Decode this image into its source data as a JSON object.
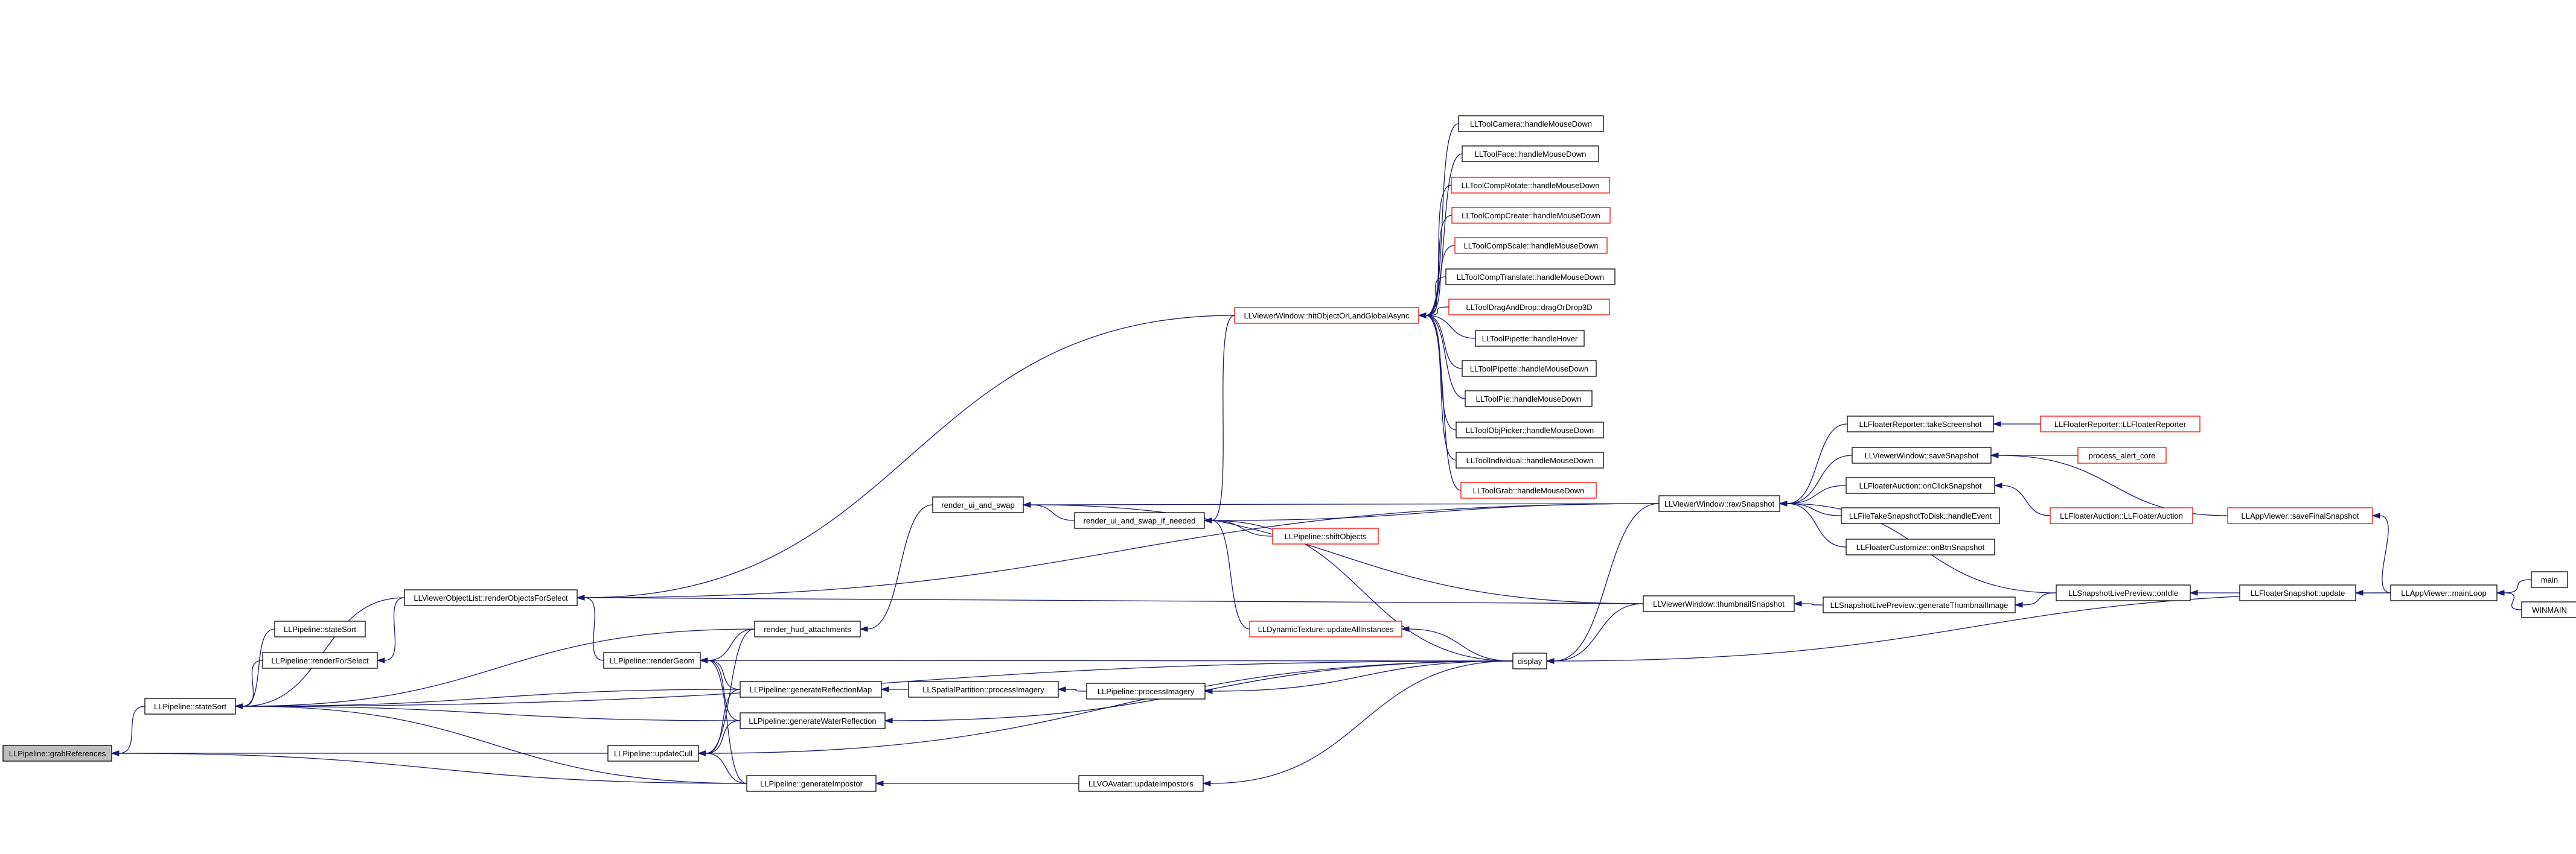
{
  "nodes": [
    {
      "id": "grabReferences",
      "label": "LLPipeline::grabReferences",
      "root": true
    },
    {
      "id": "stateSort",
      "label": "LLPipeline::stateSort"
    },
    {
      "id": "stateSort2",
      "label": "LLPipeline::stateSort"
    },
    {
      "id": "renderForSelect",
      "label": "LLPipeline::renderForSelect"
    },
    {
      "id": "renderObjectsForSelect",
      "label": "LLViewerObjectList::renderObjectsForSelect"
    },
    {
      "id": "renderGeom",
      "label": "LLPipeline::renderGeom"
    },
    {
      "id": "updateCull",
      "label": "LLPipeline::updateCull"
    },
    {
      "id": "renderHud",
      "label": "render_hud_attachments"
    },
    {
      "id": "genReflMap",
      "label": "LLPipeline::generateReflectionMap"
    },
    {
      "id": "genWaterRefl",
      "label": "LLPipeline::generateWaterReflection"
    },
    {
      "id": "genImpostor",
      "label": "LLPipeline::generateImpostor"
    },
    {
      "id": "renderUiSwap",
      "label": "render_ui_and_swap"
    },
    {
      "id": "renderUiSwapIf",
      "label": "render_ui_and_swap_if_needed"
    },
    {
      "id": "spatialProcImagery",
      "label": "LLSpatialPartition::processImagery"
    },
    {
      "id": "pipeProcImagery",
      "label": "LLPipeline::processImagery"
    },
    {
      "id": "voUpdateImpostors",
      "label": "LLVOAvatar::updateImpostors"
    },
    {
      "id": "shiftObjects",
      "label": "LLPipeline::shiftObjects",
      "red": true
    },
    {
      "id": "dynTexUpdate",
      "label": "LLDynamicTexture::updateAllInstances",
      "red": true
    },
    {
      "id": "hitObject",
      "label": "LLViewerWindow::hitObjectOrLandGlobalAsync",
      "red": true
    },
    {
      "id": "display",
      "label": "display"
    },
    {
      "id": "toolCamera",
      "label": "LLToolCamera::handleMouseDown"
    },
    {
      "id": "toolFace",
      "label": "LLToolFace::handleMouseDown"
    },
    {
      "id": "toolCompRotate",
      "label": "LLToolCompRotate::handleMouseDown",
      "red": true
    },
    {
      "id": "toolCompCreate",
      "label": "LLToolCompCreate::handleMouseDown",
      "red": true
    },
    {
      "id": "toolCompScale",
      "label": "LLToolCompScale::handleMouseDown",
      "red": true
    },
    {
      "id": "toolCompTranslate",
      "label": "LLToolCompTranslate::handleMouseDown"
    },
    {
      "id": "toolDragDrop",
      "label": "LLToolDragAndDrop::dragOrDrop3D",
      "red": true
    },
    {
      "id": "toolPipetteHover",
      "label": "LLToolPipette::handleHover"
    },
    {
      "id": "toolPipetteDown",
      "label": "LLToolPipette::handleMouseDown"
    },
    {
      "id": "toolPie",
      "label": "LLToolPie::handleMouseDown"
    },
    {
      "id": "toolObjPicker",
      "label": "LLToolObjPicker::handleMouseDown"
    },
    {
      "id": "toolIndividual",
      "label": "LLToolIndividual::handleMouseDown"
    },
    {
      "id": "toolGrab",
      "label": "LLToolGrab::handleMouseDown",
      "red": true
    },
    {
      "id": "rawSnapshot",
      "label": "LLViewerWindow::rawSnapshot"
    },
    {
      "id": "thumbnailSnapshot",
      "label": "LLViewerWindow::thumbnailSnapshot"
    },
    {
      "id": "genThumbnail",
      "label": "LLSnapshotLivePreview::generateThumbnailImage"
    },
    {
      "id": "takeScreenshot",
      "label": "LLFloaterReporter::takeScreenshot"
    },
    {
      "id": "saveSnapshot",
      "label": "LLViewerWindow::saveSnapshot"
    },
    {
      "id": "onClickSnapshot",
      "label": "LLFloaterAuction::onClickSnapshot"
    },
    {
      "id": "fileTakeSnapshot",
      "label": "LLFileTakeSnapshotToDisk::handleEvent"
    },
    {
      "id": "floaterCustomize",
      "label": "LLFloaterCustomize::onBtnSnapshot"
    },
    {
      "id": "floaterReporter",
      "label": "LLFloaterReporter::LLFloaterReporter",
      "red": true
    },
    {
      "id": "processAlert",
      "label": "process_alert_core",
      "red": true
    },
    {
      "id": "floaterAuction",
      "label": "LLFloaterAuction::LLFloaterAuction",
      "red": true
    },
    {
      "id": "saveFinalSnapshot",
      "label": "LLAppViewer::saveFinalSnapshot",
      "red": true
    },
    {
      "id": "onIdle",
      "label": "LLSnapshotLivePreview::onIdle"
    },
    {
      "id": "floaterSnapUpdate",
      "label": "LLFloaterSnapshot::update"
    },
    {
      "id": "mainLoop",
      "label": "LLAppViewer::mainLoop"
    },
    {
      "id": "main",
      "label": "main"
    },
    {
      "id": "winmain",
      "label": "WINMAIN"
    }
  ],
  "edges": [
    [
      "stateSort",
      "grabReferences"
    ],
    [
      "updateCull",
      "grabReferences"
    ],
    [
      "genImpostor",
      "grabReferences"
    ],
    [
      "renderHud",
      "stateSort"
    ],
    [
      "renderObjectsForSelect",
      "stateSort"
    ],
    [
      "genReflMap",
      "stateSort"
    ],
    [
      "genWaterRefl",
      "stateSort"
    ],
    [
      "display",
      "stateSort"
    ],
    [
      "stateSort2",
      "stateSort"
    ],
    [
      "renderForSelect",
      "stateSort"
    ],
    [
      "genImpostor",
      "stateSort"
    ],
    [
      "renderObjectsForSelect",
      "renderForSelect"
    ],
    [
      "hitObject",
      "renderObjectsForSelect"
    ],
    [
      "rawSnapshot",
      "renderObjectsForSelect"
    ],
    [
      "thumbnailSnapshot",
      "renderObjectsForSelect"
    ],
    [
      "renderGeom",
      "renderObjectsForSelect"
    ],
    [
      "renderHud",
      "renderGeom"
    ],
    [
      "genReflMap",
      "renderGeom"
    ],
    [
      "genWaterRefl",
      "renderGeom"
    ],
    [
      "genImpostor",
      "renderGeom"
    ],
    [
      "display",
      "renderGeom"
    ],
    [
      "renderHud",
      "updateCull"
    ],
    [
      "genReflMap",
      "updateCull"
    ],
    [
      "genWaterRefl",
      "updateCull"
    ],
    [
      "genImpostor",
      "updateCull"
    ],
    [
      "display",
      "updateCull"
    ],
    [
      "renderUiSwap",
      "renderHud"
    ],
    [
      "spatialProcImagery",
      "genReflMap"
    ],
    [
      "display",
      "genWaterRefl"
    ],
    [
      "voUpdateImpostors",
      "genImpostor"
    ],
    [
      "pipeProcImagery",
      "spatialProcImagery"
    ],
    [
      "display",
      "pipeProcImagery"
    ],
    [
      "display",
      "voUpdateImpostors"
    ],
    [
      "renderUiSwapIf",
      "renderUiSwap"
    ],
    [
      "rawSnapshot",
      "renderUiSwap"
    ],
    [
      "thumbnailSnapshot",
      "renderUiSwap"
    ],
    [
      "hitObject",
      "renderUiSwapIf"
    ],
    [
      "shiftObjects",
      "renderUiSwapIf"
    ],
    [
      "dynTexUpdate",
      "renderUiSwapIf"
    ],
    [
      "display",
      "renderUiSwapIf"
    ],
    [
      "rawSnapshot",
      "renderUiSwapIf"
    ],
    [
      "display",
      "dynTexUpdate"
    ],
    [
      "toolCamera",
      "hitObject"
    ],
    [
      "toolFace",
      "hitObject"
    ],
    [
      "toolCompRotate",
      "hitObject"
    ],
    [
      "toolCompCreate",
      "hitObject"
    ],
    [
      "toolCompScale",
      "hitObject"
    ],
    [
      "toolCompTranslate",
      "hitObject"
    ],
    [
      "toolDragDrop",
      "hitObject"
    ],
    [
      "toolPipetteHover",
      "hitObject"
    ],
    [
      "toolPipetteDown",
      "hitObject"
    ],
    [
      "toolPie",
      "hitObject"
    ],
    [
      "toolObjPicker",
      "hitObject"
    ],
    [
      "toolIndividual",
      "hitObject"
    ],
    [
      "toolGrab",
      "hitObject"
    ],
    [
      "rawSnapshot",
      "display"
    ],
    [
      "thumbnailSnapshot",
      "display"
    ],
    [
      "mainLoop",
      "display"
    ],
    [
      "takeScreenshot",
      "rawSnapshot"
    ],
    [
      "saveSnapshot",
      "rawSnapshot"
    ],
    [
      "onClickSnapshot",
      "rawSnapshot"
    ],
    [
      "fileTakeSnapshot",
      "rawSnapshot"
    ],
    [
      "floaterCustomize",
      "rawSnapshot"
    ],
    [
      "onIdle",
      "rawSnapshot"
    ],
    [
      "genThumbnail",
      "thumbnailSnapshot"
    ],
    [
      "onIdle",
      "genThumbnail"
    ],
    [
      "floaterReporter",
      "takeScreenshot"
    ],
    [
      "processAlert",
      "saveSnapshot"
    ],
    [
      "saveFinalSnapshot",
      "saveSnapshot"
    ],
    [
      "floaterAuction",
      "onClickSnapshot"
    ],
    [
      "floaterSnapUpdate",
      "onIdle"
    ],
    [
      "mainLoop",
      "floaterSnapUpdate"
    ],
    [
      "mainLoop",
      "saveFinalSnapshot"
    ],
    [
      "main",
      "mainLoop"
    ],
    [
      "winmain",
      "mainLoop"
    ]
  ],
  "colors": {
    "edge": "#191970",
    "node_border": "#000000",
    "external_border": "#ff0000",
    "root_fill": "#bfbfbf"
  }
}
